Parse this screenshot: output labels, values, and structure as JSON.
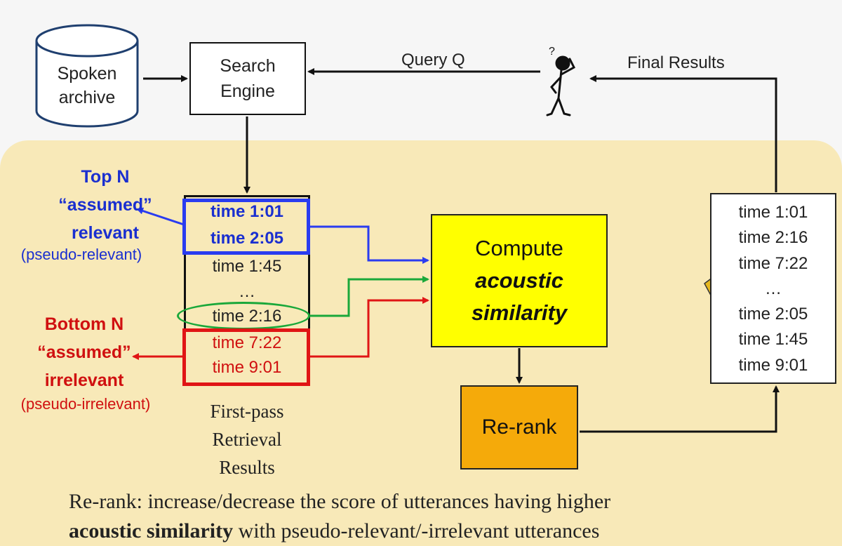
{
  "archive": {
    "line1": "Spoken",
    "line2": "archive"
  },
  "search_engine": {
    "line1": "Search",
    "line2": "Engine"
  },
  "query_label": "Query Q",
  "final_results_label": "Final Results",
  "first_pass_results": [
    {
      "text": "time 1:01"
    },
    {
      "text": "time 2:05"
    },
    {
      "text": "time 1:45"
    },
    {
      "text": "…"
    },
    {
      "text": "time 2:16"
    },
    {
      "text": "time 7:22"
    },
    {
      "text": "time 9:01"
    }
  ],
  "first_pass_caption": {
    "line1": "First-pass",
    "line2": "Retrieval",
    "line3": "Results"
  },
  "top_group": {
    "line1": "Top N",
    "line2": "“assumed”",
    "line3": "relevant",
    "note": "(pseudo-relevant)"
  },
  "bottom_group": {
    "line1": "Bottom N",
    "line2": "“assumed”",
    "line3": "irrelevant",
    "note": "(pseudo-irrelevant)"
  },
  "compute": {
    "line1": "Compute",
    "line2": "acoustic",
    "line3": "similarity"
  },
  "rerank_label": "Re-rank",
  "final_results": [
    {
      "text": "time 1:01"
    },
    {
      "text": "time 2:16"
    },
    {
      "text": "time 7:22"
    },
    {
      "text": "…"
    },
    {
      "text": "time 2:05"
    },
    {
      "text": "time 1:45"
    },
    {
      "text": "time 9:01"
    }
  ],
  "caption": {
    "line1": "Re-rank: increase/decrease the score of utterances having higher",
    "line2_bold": "acoustic similarity",
    "line2_rest": " with pseudo-relevant/-irrelevant utterances"
  },
  "colors": {
    "panel": "#f8e9b8",
    "relevant": "#1a2fd0",
    "irrelevant": "#d01010",
    "green": "#1aa83a",
    "compute_box": "#ffff00",
    "rerank_box": "#f5aa0a"
  },
  "icons": {
    "user": "thinking-person-icon",
    "pencil": "pencil-icon",
    "archive": "database-cylinder-icon"
  }
}
